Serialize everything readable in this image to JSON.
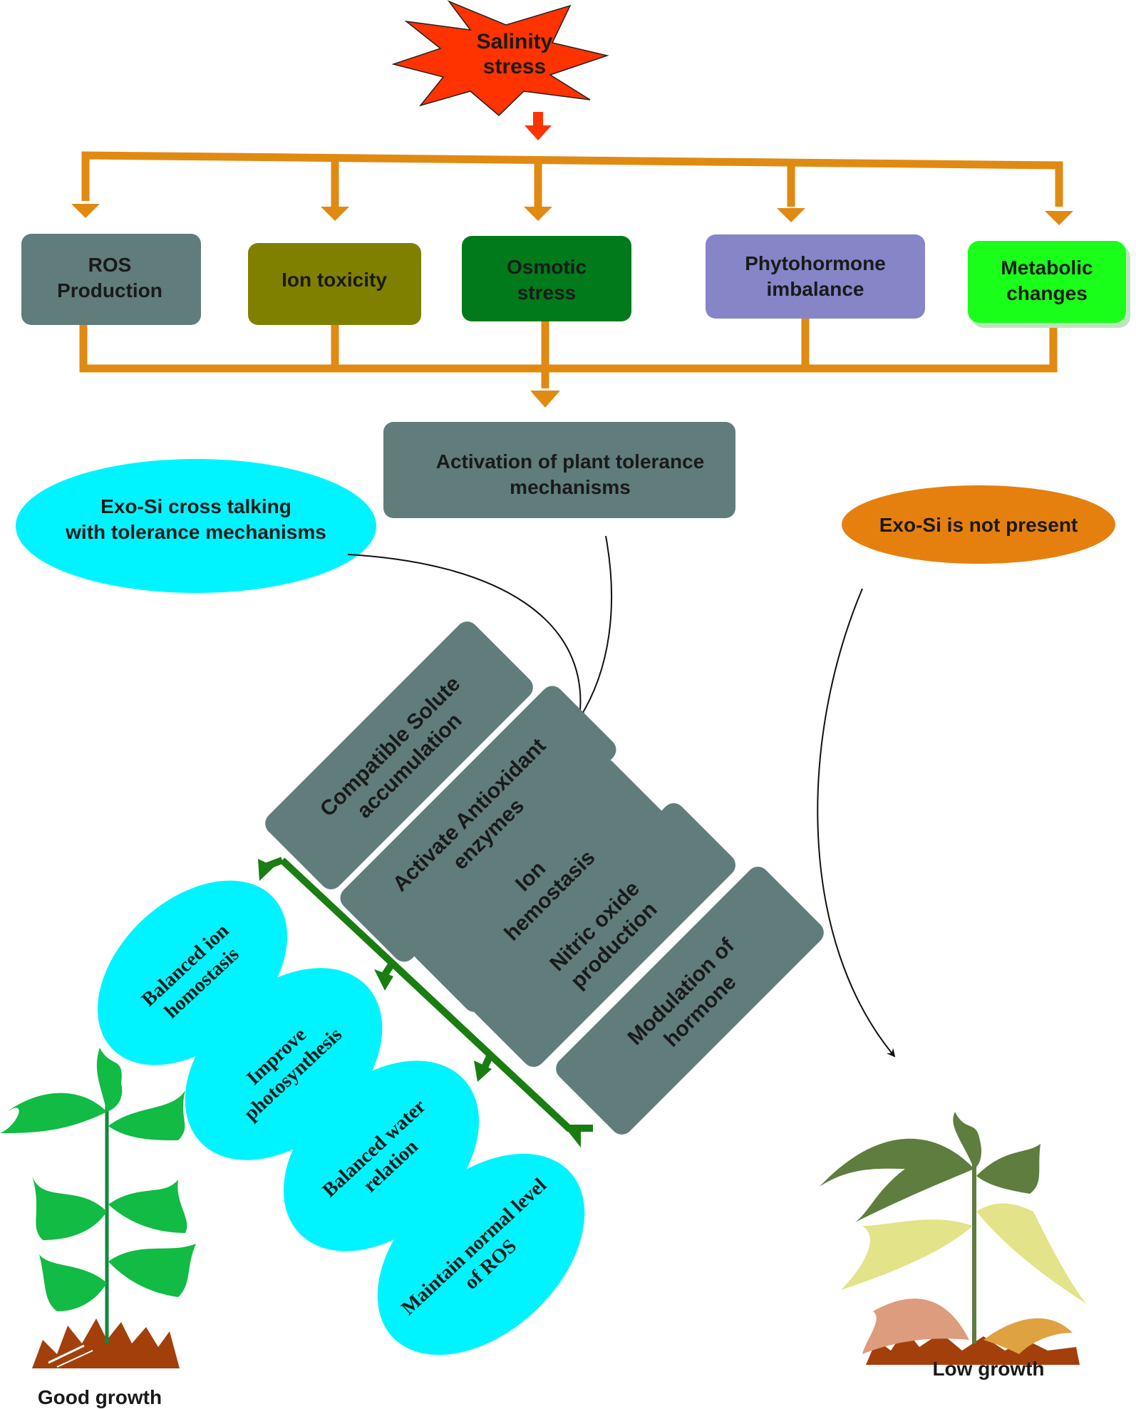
{
  "colors": {
    "star": "#ff3300",
    "orange_line": "#e08a12",
    "green_line": "#1a7d12",
    "gray_box": "#607d7b",
    "ros_box": "#607d7b",
    "ion_box": "#808000",
    "osmotic_box": "#007a1a",
    "phyto_box": "#8585c8",
    "metabolic_box": "#1aff1a",
    "cyan": "#00f4ff",
    "orange_ellipse": "#e5800f",
    "good_plant": "#11bb44",
    "low_plant_dark": "#5e7d3e",
    "low_plant_pale": "#e3e389",
    "soil": "#a33f0b"
  },
  "stress": {
    "line1": "Salinity",
    "line2": "stress"
  },
  "effects": [
    {
      "line1": "ROS",
      "line2": "Production"
    },
    {
      "line1": "Ion toxicity",
      "line2": ""
    },
    {
      "line1": "Osmotic",
      "line2": "stress"
    },
    {
      "line1": "Phytohormone",
      "line2": "imbalance"
    },
    {
      "line1": "Metabolic",
      "line2": "changes"
    }
  ],
  "activation": {
    "line1": "Activation of plant tolerance",
    "line2": "mechanisms"
  },
  "exo_si_present": {
    "line1": "Exo-Si cross talking",
    "line2": "with tolerance mechanisms"
  },
  "exo_si_absent": {
    "line1": "Exo-Si is not present"
  },
  "mechanisms": [
    {
      "line1": "Compatible Solute",
      "line2": "accumulation"
    },
    {
      "line1": "Activate Antioxidant",
      "line2": "enzymes"
    },
    {
      "line1": "Ion",
      "line2": "hemostasis"
    },
    {
      "line1": "Nitric oxide",
      "line2": "production"
    },
    {
      "line1": "Modulation of",
      "line2": "hormone"
    }
  ],
  "outcomes": [
    {
      "line1": "Balanced ion",
      "line2": "homostasis"
    },
    {
      "line1": "Improve",
      "line2": "photosynthesis"
    },
    {
      "line1": "Balanced water",
      "line2": "relation"
    },
    {
      "line1": "Maintain normal level",
      "line2": "of ROS"
    }
  ],
  "good_growth": "Good growth",
  "low_growth": "Low growth"
}
